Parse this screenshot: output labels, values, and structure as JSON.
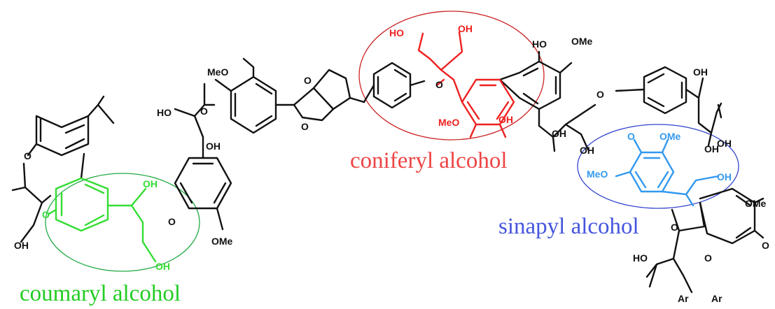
{
  "colors": {
    "black": "#111111",
    "green": "#33dd33",
    "red": "#ee2020",
    "blue": "#3399ee",
    "green_ring": "#22aa44",
    "red_ring": "#cc2222",
    "blue_ring": "#3344cc",
    "green_text": "#22cc22",
    "red_text": "#ee4444",
    "blue_text": "#4455dd"
  },
  "captions": {
    "coumaryl": "coumaryl alcohol",
    "coniferyl": "coniferyl alcohol",
    "sinapyl": "sinapyl alcohol"
  },
  "atoms": {
    "black": {
      "oh_1": "OH",
      "oh_2": "OH",
      "oh_3": "OH",
      "oh_4": "OH",
      "oh_5": "OH",
      "oh_6": "OH",
      "oh_7": "OH",
      "ho_1": "HO",
      "ho_2": "HO",
      "ho_3": "HO",
      "meo_1": "MeO",
      "ome_1": "OMe",
      "ome_2": "OMe",
      "ome_3": "OMe",
      "o_1": "O",
      "o_2": "O",
      "o_3": "O",
      "o_4": "O",
      "o_5": "O",
      "o_6": "O",
      "o_7": "O",
      "o_8": "O",
      "o_9": "O",
      "o_10": "O",
      "ar_1": "Ar",
      "ar_2": "Ar"
    },
    "green": {
      "oh_1": "OH",
      "oh_2": "OH",
      "o_1": "O"
    },
    "red": {
      "ho_1": "HO",
      "oh_1": "OH",
      "oh_2": "OH",
      "meo_1": "MeO"
    },
    "blue": {
      "o_1": "O",
      "ome_1": "OMe",
      "meo_1": "MeO",
      "oh_1": "OH"
    }
  }
}
